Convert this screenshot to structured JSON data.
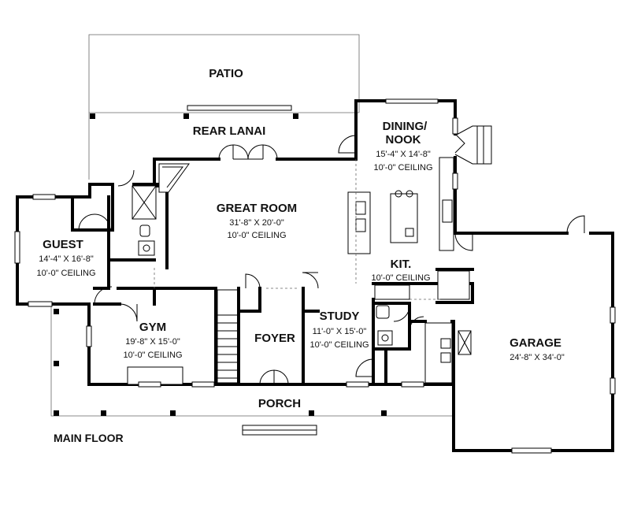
{
  "floor_label": "MAIN FLOOR",
  "rooms": {
    "patio": {
      "name": "PATIO"
    },
    "rear_lanai": {
      "name": "REAR LANAI"
    },
    "dining_nook": {
      "name_line1": "DINING/",
      "name_line2": "NOOK",
      "dims": "15'-4\" X 14'-8\"",
      "ceiling": "10'-0\" CEILING"
    },
    "great_room": {
      "name": "GREAT ROOM",
      "dims": "31'-8\" X 20'-0\"",
      "ceiling": "10'-0\" CEILING"
    },
    "guest": {
      "name": "GUEST",
      "dims": "14'-4\" X 16'-8\"",
      "ceiling": "10'-0\" CEILING"
    },
    "kitchen": {
      "name": "KIT.",
      "ceiling": "10'-0\" CEILING"
    },
    "gym": {
      "name": "GYM",
      "dims": "19'-8\" X 15'-0\"",
      "ceiling": "10'-0\" CEILING"
    },
    "foyer": {
      "name": "FOYER"
    },
    "study": {
      "name": "STUDY",
      "dims": "11'-0\" X 15'-0\"",
      "ceiling": "10'-0\" CEILING"
    },
    "garage": {
      "name": "GARAGE",
      "dims": "24'-8\" X 34'-0\""
    },
    "porch": {
      "name": "PORCH"
    }
  }
}
